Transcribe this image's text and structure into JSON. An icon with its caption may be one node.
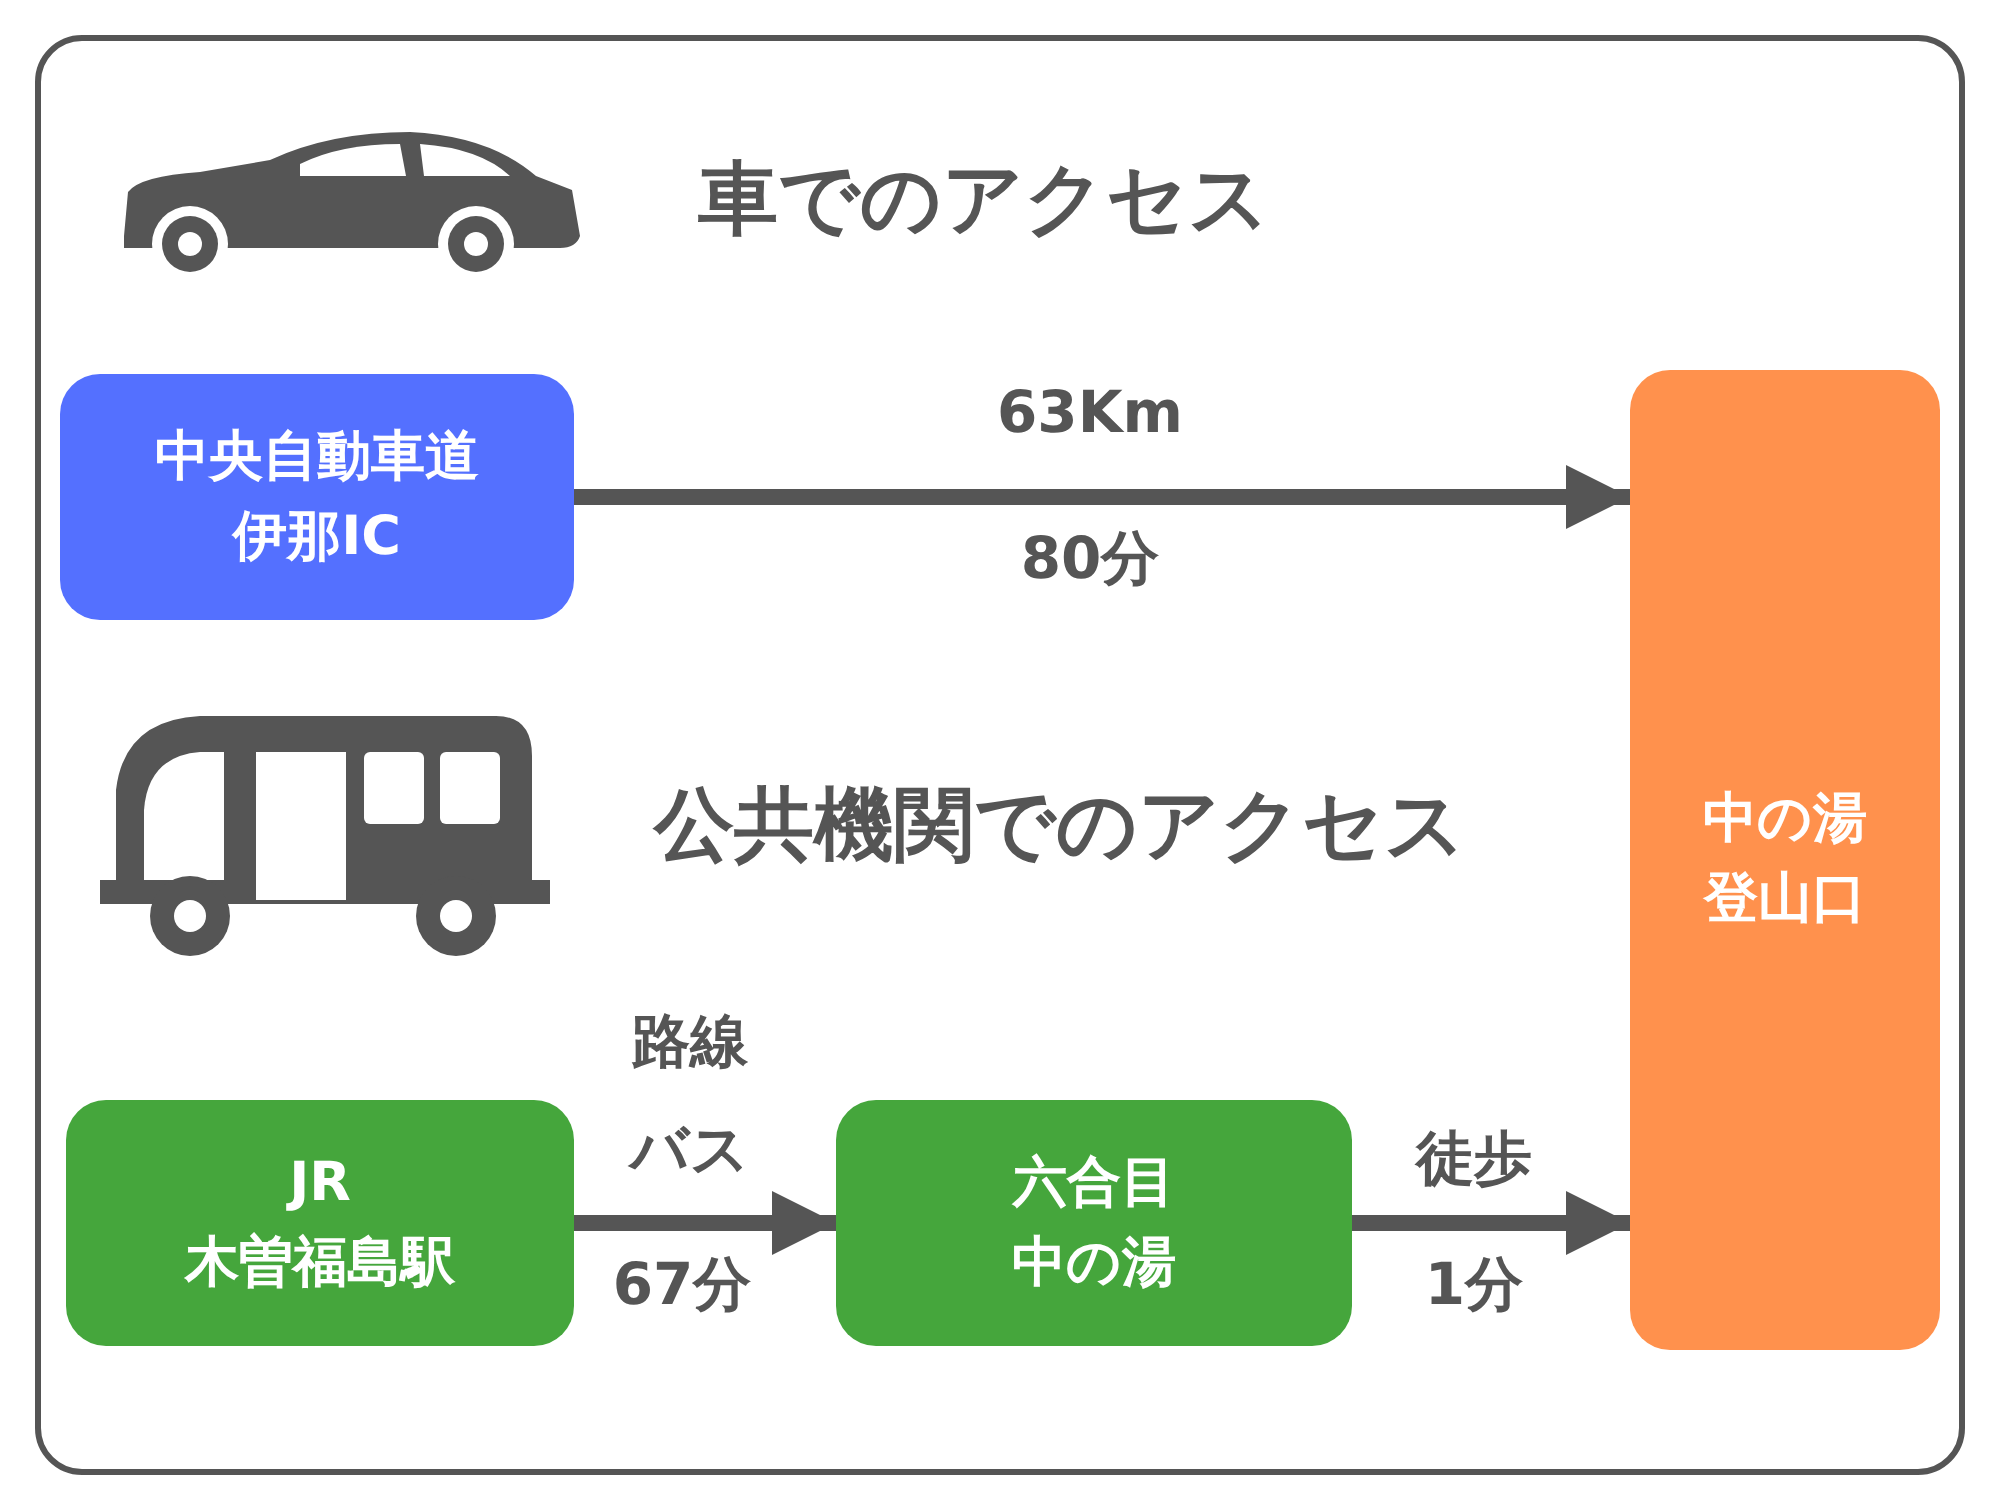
{
  "diagram": {
    "nodes": [
      {
        "text": [
          "中央自動車道伊那IC"
        ]
      },
      {
        "text": [
          "中の湯登山口"
        ]
      },
      {
        "text": [
          "JR",
          "木曽福島駅"
        ]
      },
      {
        "text": [
          "六合目中の湯"
        ]
      }
    ],
    "edges": [
      {
        "from": 0,
        "to": 1,
        "arrow": "to"
      },
      {
        "from": 2,
        "to": 3,
        "arrow": "to"
      },
      {
        "from": 3,
        "to": 1,
        "arrow": "to"
      }
    ],
    "labels": [
      "車でのアクセス",
      "63Km",
      "80分",
      "公共機関でのアクセス",
      "路線バス",
      "67分",
      "徒歩",
      "1分"
    ]
  }
}
